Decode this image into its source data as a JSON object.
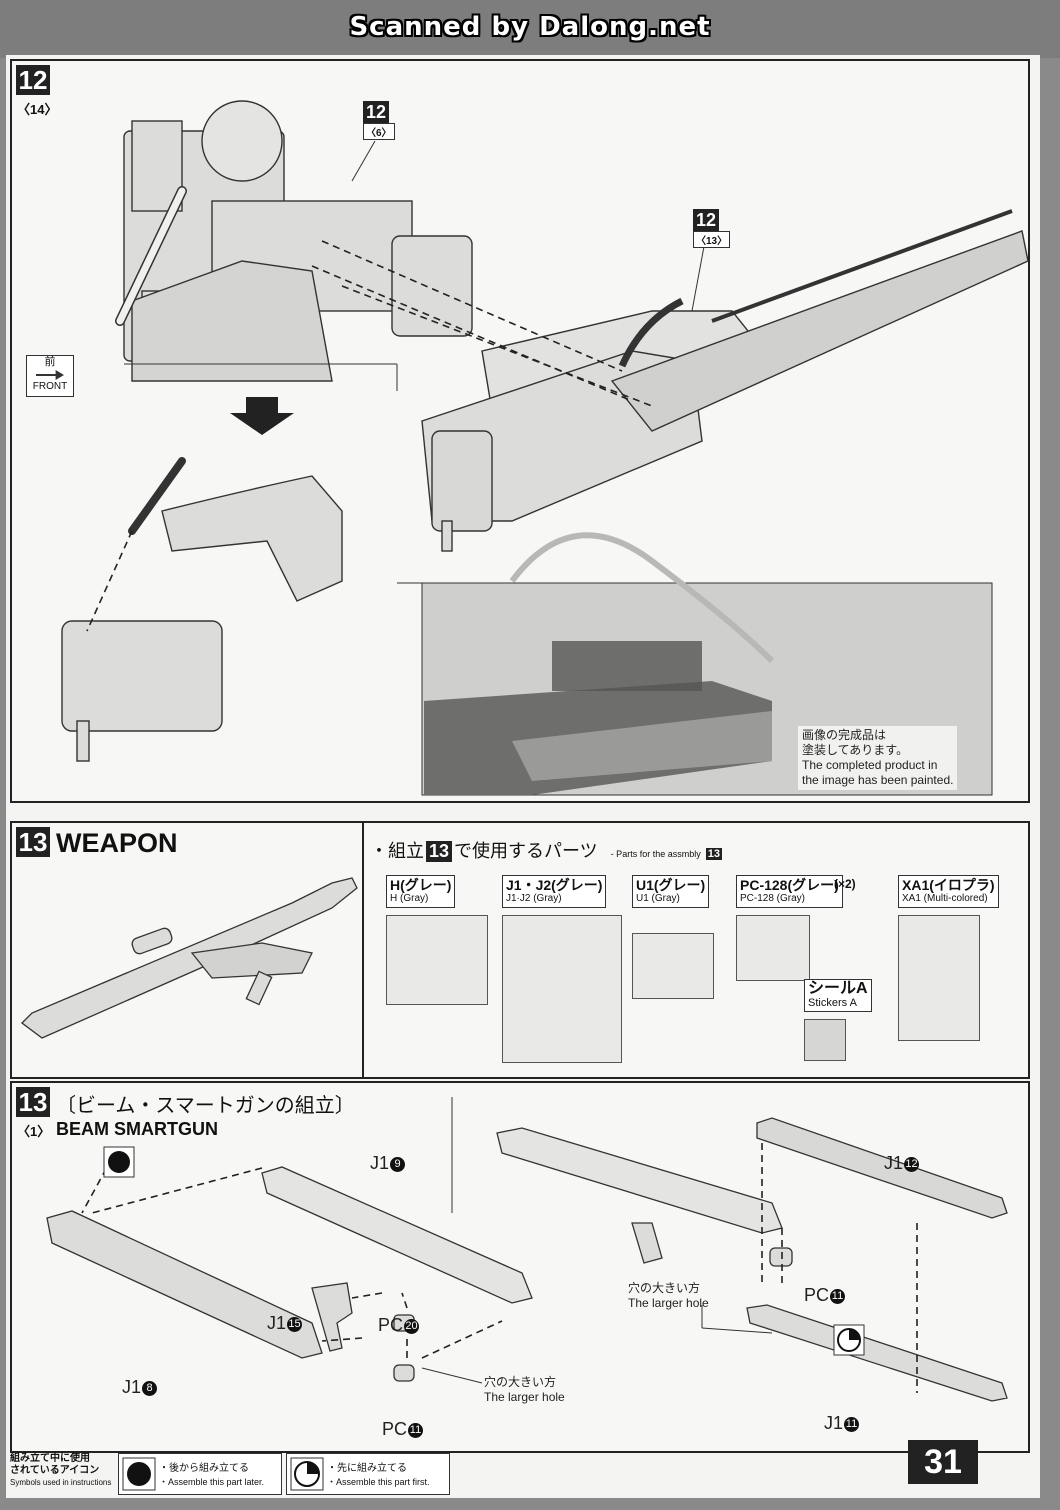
{
  "scan_credit": "Scanned by Dalong.net",
  "step12": {
    "number": "12",
    "sub": "〈14〉",
    "ref_a_number": "12",
    "ref_a_sub": "〈6〉",
    "ref_b_number": "12",
    "ref_b_sub": "〈13〉",
    "front_jp": "前",
    "front_en": "FRONT",
    "note_jp_1": "画像の完成品は",
    "note_jp_2": "塗装してあります。",
    "note_en_1": "The completed product in",
    "note_en_2": "the image has been painted."
  },
  "step13": {
    "number": "13",
    "title": "WEAPON",
    "parts_heading_prefix": "・組立",
    "parts_heading_num": "13",
    "parts_heading_suffix": "で使用するパーツ",
    "parts_heading_en": "- Parts for the assmbly",
    "parts": [
      {
        "main": "H(グレー)",
        "sub": "H (Gray)"
      },
      {
        "main": "J1・J2(グレー)",
        "sub": "J1·J2 (Gray)"
      },
      {
        "main": "U1(グレー)",
        "sub": "U1 (Gray)"
      },
      {
        "main": "PC-128(グレー)",
        "sub": "PC-128 (Gray)",
        "extra": "(×2)"
      },
      {
        "main": "XA1(イロプラ)",
        "sub": "XA1 (Multi-colored)"
      }
    ],
    "sticker_main": "シールA",
    "sticker_sub": "Stickers A"
  },
  "step13_1": {
    "number": "13",
    "sub": "〈1〉",
    "title_jp": "〔ビーム・スマートガンの組立〕",
    "title_en": "BEAM SMARTGUN",
    "labels": {
      "j1_9": "J1",
      "j1_9n": "9",
      "j1_15": "J1",
      "j1_15n": "15",
      "pc_20": "PC",
      "pc_20n": "20",
      "j1_8": "J1",
      "j1_8n": "8",
      "pc_11a": "PC",
      "pc_11an": "11",
      "j1_12": "J1",
      "j1_12n": "12",
      "pc_11b": "PC",
      "pc_11bn": "11",
      "j1_11": "J1",
      "j1_11n": "11"
    },
    "hole_jp": "穴の大きい方",
    "hole_en": "The larger hole",
    "hole2_jp": "穴の大きい方",
    "hole2_en": "The larger hole"
  },
  "legend": {
    "title_jp_1": "組み立て中に使用",
    "title_jp_2": "されているアイコン",
    "title_en": "Symbols used in instructions",
    "later_jp": "・後から組み立てる",
    "later_en": "・Assemble this part later.",
    "first_jp": "・先に組み立てる",
    "first_en": "・Assemble this part first."
  },
  "page_number": "31"
}
